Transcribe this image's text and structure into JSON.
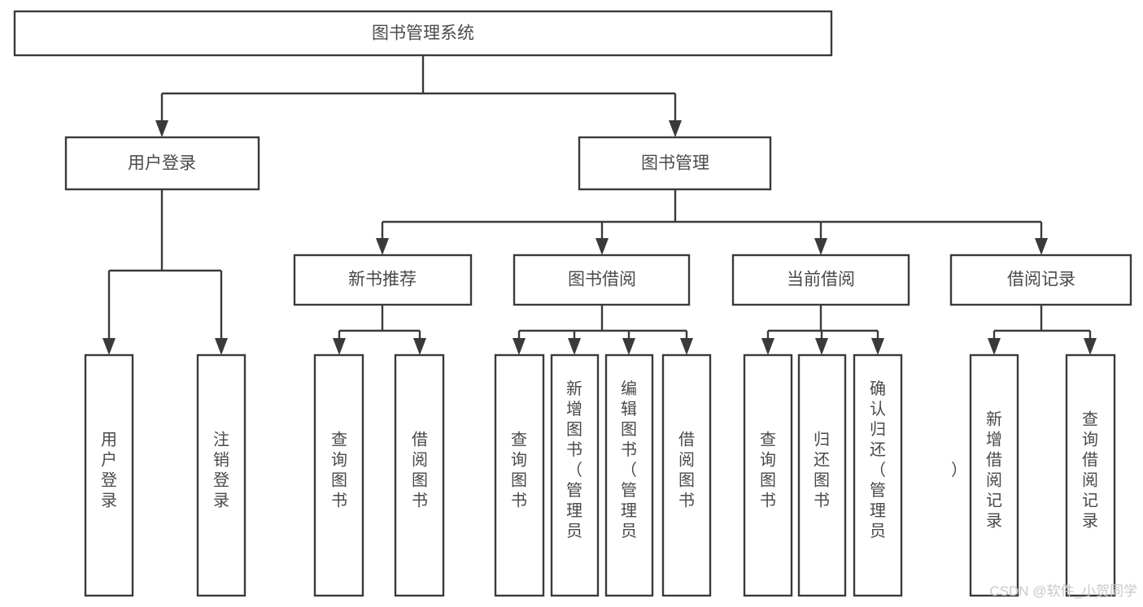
{
  "diagram": {
    "title": "图书管理系统",
    "type": "tree-hierarchy-chart",
    "colors": {
      "stroke": "#3a3a3a",
      "box_fill": "#ffffff",
      "text": "#4a4a4a",
      "background": "#ffffff",
      "watermark": "#c9c9c9"
    },
    "root": {
      "label": "图书管理系统"
    },
    "level2": [
      {
        "label": "用户登录"
      },
      {
        "label": "图书管理"
      }
    ],
    "level3": [
      {
        "label": "新书推荐"
      },
      {
        "label": "图书借阅"
      },
      {
        "label": "当前借阅"
      },
      {
        "label": "借阅记录"
      }
    ],
    "leaves": {
      "user_login": [
        {
          "label": "用户登录"
        },
        {
          "label": "注销登录"
        }
      ],
      "new_book_recommend": [
        {
          "label": "查询图书"
        },
        {
          "label": "借阅图书"
        }
      ],
      "book_borrow": [
        {
          "label": "查询图书"
        },
        {
          "label": "新增图书（管理员）"
        },
        {
          "label": "编辑图书（管理员）"
        },
        {
          "label": "借阅图书"
        }
      ],
      "current_borrow": [
        {
          "label": "查询图书"
        },
        {
          "label": "归还图书"
        },
        {
          "label": "确认归还（管理员）"
        }
      ],
      "borrow_record": [
        {
          "label": "新增借阅记录"
        },
        {
          "label": "查询借阅记录"
        }
      ]
    }
  },
  "watermark": {
    "text": "CSDN @软件_小贺同学"
  }
}
